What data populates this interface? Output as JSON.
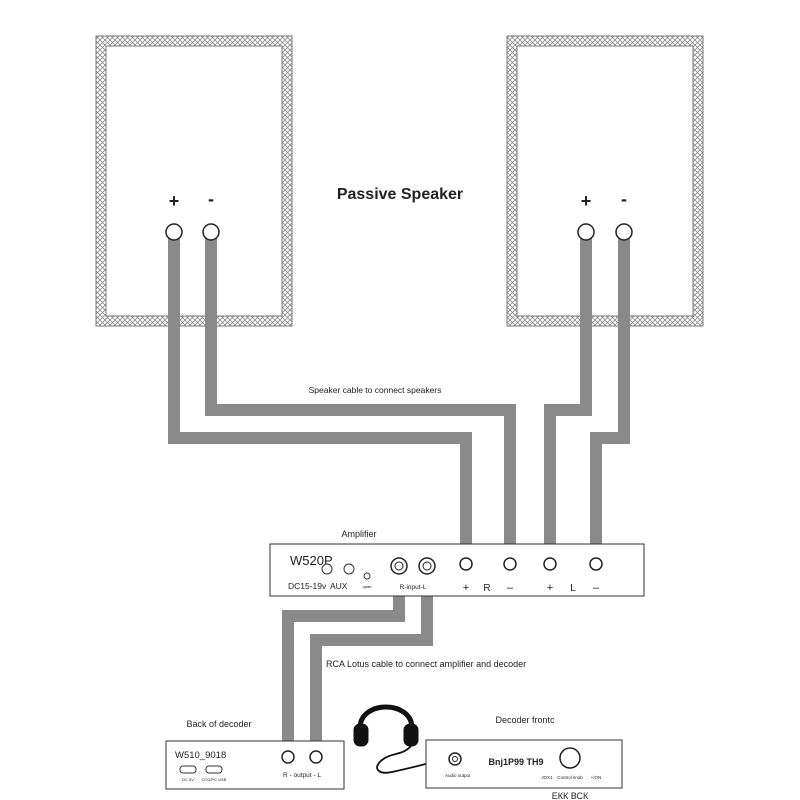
{
  "labels": {
    "passive_speaker": "Passive Speaker",
    "speaker_cable": "Speaker cable to connect speakers",
    "amplifier": "Amplifier",
    "rca_cable": "RCA Lotus cable to connect amplifier and decoder",
    "back_of_decoder": "Back of decoder",
    "decoder_front": "Decoder frontc"
  },
  "left_speaker": {
    "plus": "+",
    "minus": "-"
  },
  "right_speaker": {
    "plus": "+",
    "minus": "-"
  },
  "amplifier_panel": {
    "model": "W520P",
    "dc_label": "DC15-19v",
    "aux_label": "AUX",
    "small_label": "qaab",
    "rca_label": "R-input-L",
    "plus_r": "+",
    "r": "R",
    "minus_r": "–",
    "plus_l": "+",
    "l": "L",
    "minus_l": "–"
  },
  "decoder_back": {
    "model": "W510_9018",
    "dc_label": "DC 5V",
    "usb_label": "OTG/PC USB",
    "output_label": "R - output - L"
  },
  "decoder_front_panel": {
    "audio_output": "Audio output",
    "display_text": "Bnj1P99 TH9",
    "knob_label_1": "JOX1",
    "knob_label_2": "Control knob",
    "knob_label_3": "+/ON"
  },
  "footer_fragment": "ЕКК ВСК"
}
